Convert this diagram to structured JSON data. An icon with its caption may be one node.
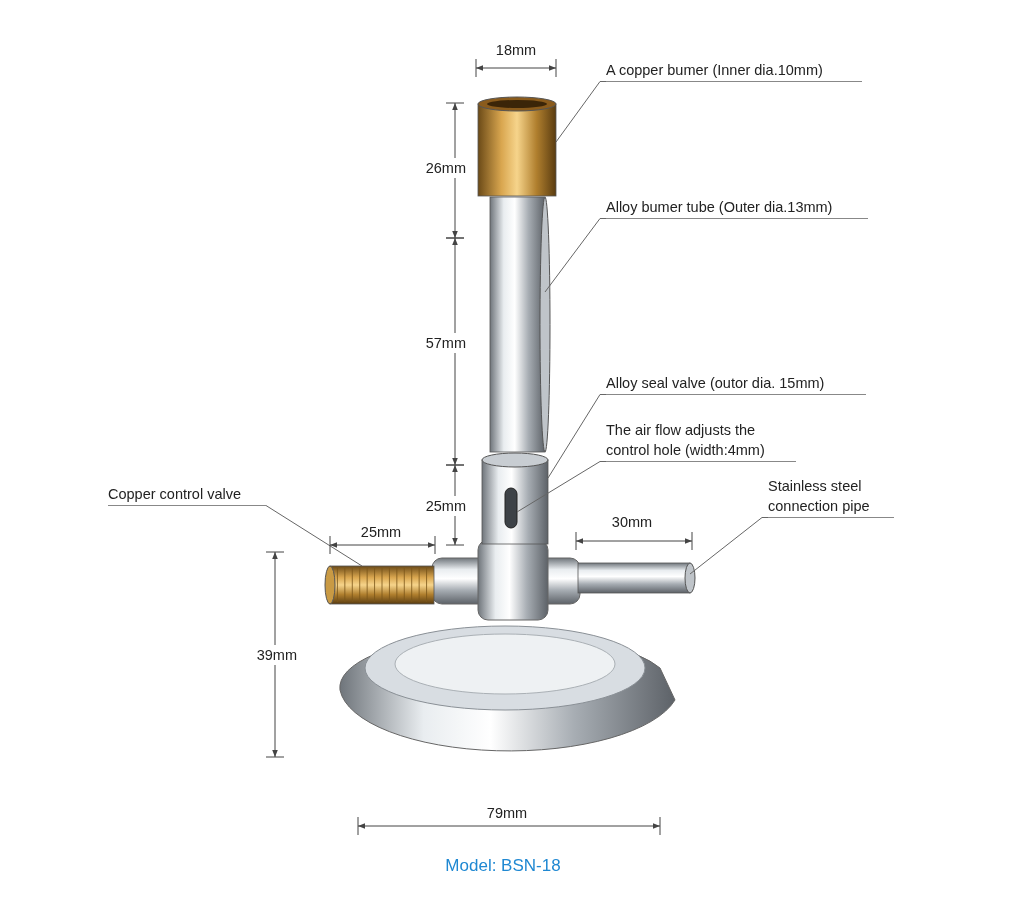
{
  "diagram": {
    "caption": "Model: BSN-18",
    "nodes": [
      {
        "text": [
          "A copper bumer (Inner dia.10mm)"
        ]
      },
      {
        "text": [
          "Alloy bumer tube (Outer dia.13mm)"
        ]
      },
      {
        "text": [
          "Alloy seal valve (outor dia. 15mm)"
        ]
      },
      {
        "text": [
          "The air flow adjusts the control hole (width:4mm)"
        ]
      },
      {
        "text": [
          "Copper control valve"
        ]
      },
      {
        "text": [
          "Stainless steel connection pipe"
        ]
      },
      {
        "text": [],
        "shape": "cylinder"
      },
      {
        "text": [],
        "shape": "cylinder"
      },
      {
        "text": [],
        "shape": "cylinder"
      },
      {
        "text": [],
        "shape": "bar",
        "in": 8
      },
      {
        "text": [],
        "shape": "cylinder"
      },
      {
        "text": [],
        "shape": "cylinder"
      }
    ],
    "edges": [
      {
        "from": 0,
        "to": 6,
        "arrow": "none"
      },
      {
        "from": 1,
        "to": 7,
        "arrow": "none"
      },
      {
        "from": 2,
        "to": 8,
        "arrow": "none"
      },
      {
        "from": 3,
        "to": 9,
        "arrow": "none"
      },
      {
        "from": 4,
        "to": 10,
        "arrow": "none"
      },
      {
        "from": 5,
        "to": 11,
        "arrow": "none"
      }
    ],
    "labels": [
      "18mm",
      "26mm",
      "57mm",
      "25mm",
      "25mm",
      "30mm",
      "39mm",
      "79mm"
    ]
  }
}
